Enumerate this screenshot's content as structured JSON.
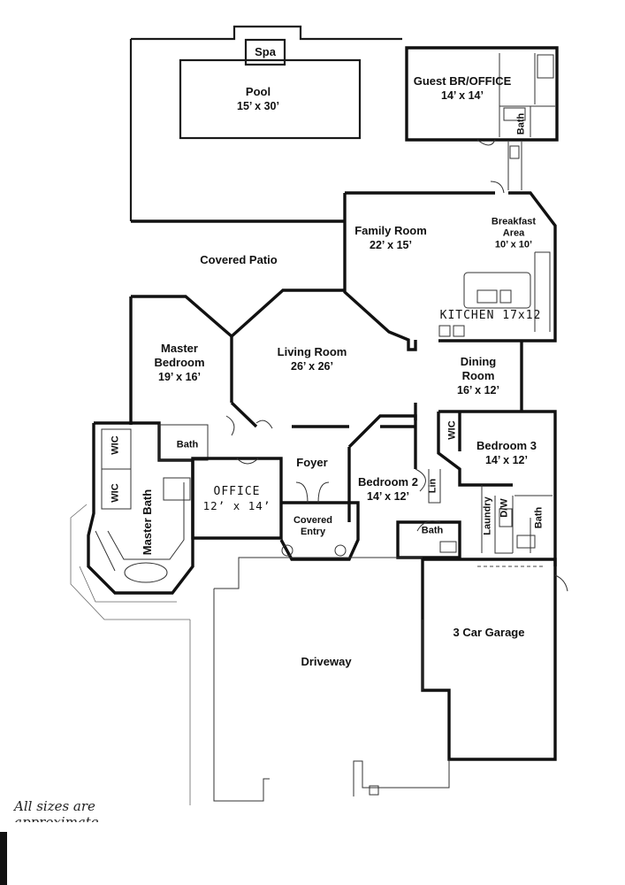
{
  "rooms": {
    "spa": {
      "name": "Spa"
    },
    "pool": {
      "name": "Pool",
      "dims": "15’ x 30’"
    },
    "guest": {
      "name": "Guest BR/OFFICE",
      "dims": "14’ x 14’"
    },
    "guest_bath": {
      "name": "Bath"
    },
    "family": {
      "name": "Family Room",
      "dims": "22’ x 15’"
    },
    "breakfast": {
      "name": "Breakfast",
      "name2": "Area",
      "dims": "10’ x 10’"
    },
    "kitchen": {
      "name": "KITCHEN 17x12"
    },
    "patio": {
      "name": "Covered Patio"
    },
    "master_bed": {
      "name": "Master",
      "name2": "Bedroom",
      "dims": "19’ x 16’"
    },
    "living": {
      "name": "Living Room",
      "dims": "26’ x 26’"
    },
    "dining": {
      "name": "Dining",
      "name2": "Room",
      "dims": "16’ x 12’"
    },
    "bed3": {
      "name": "Bedroom 3",
      "dims": "14’ x 12’"
    },
    "wic_a": {
      "name": "WIC"
    },
    "wic_b": {
      "name": "WIC"
    },
    "wic_c": {
      "name": "WIC"
    },
    "master_bath_small": {
      "name": "Bath"
    },
    "foyer": {
      "name": "Foyer"
    },
    "office": {
      "name": "OFFICE",
      "dims": "12’ x 14’"
    },
    "covered_entry": {
      "name": "Covered",
      "name2": "Entry"
    },
    "bed2": {
      "name": "Bedroom 2",
      "dims": "14’ x 12’"
    },
    "lin": {
      "name": "Lin"
    },
    "bath2": {
      "name": "Bath"
    },
    "laundry": {
      "name": "Laundry"
    },
    "dw": {
      "name": "D/W"
    },
    "bath3": {
      "name": "Bath"
    },
    "master_bath": {
      "name": "Master Bath"
    },
    "garage": {
      "name": "3 Car Garage"
    },
    "driveway": {
      "name": "Driveway"
    }
  },
  "note": {
    "line1": "All sizes are",
    "line2": "approximate"
  }
}
